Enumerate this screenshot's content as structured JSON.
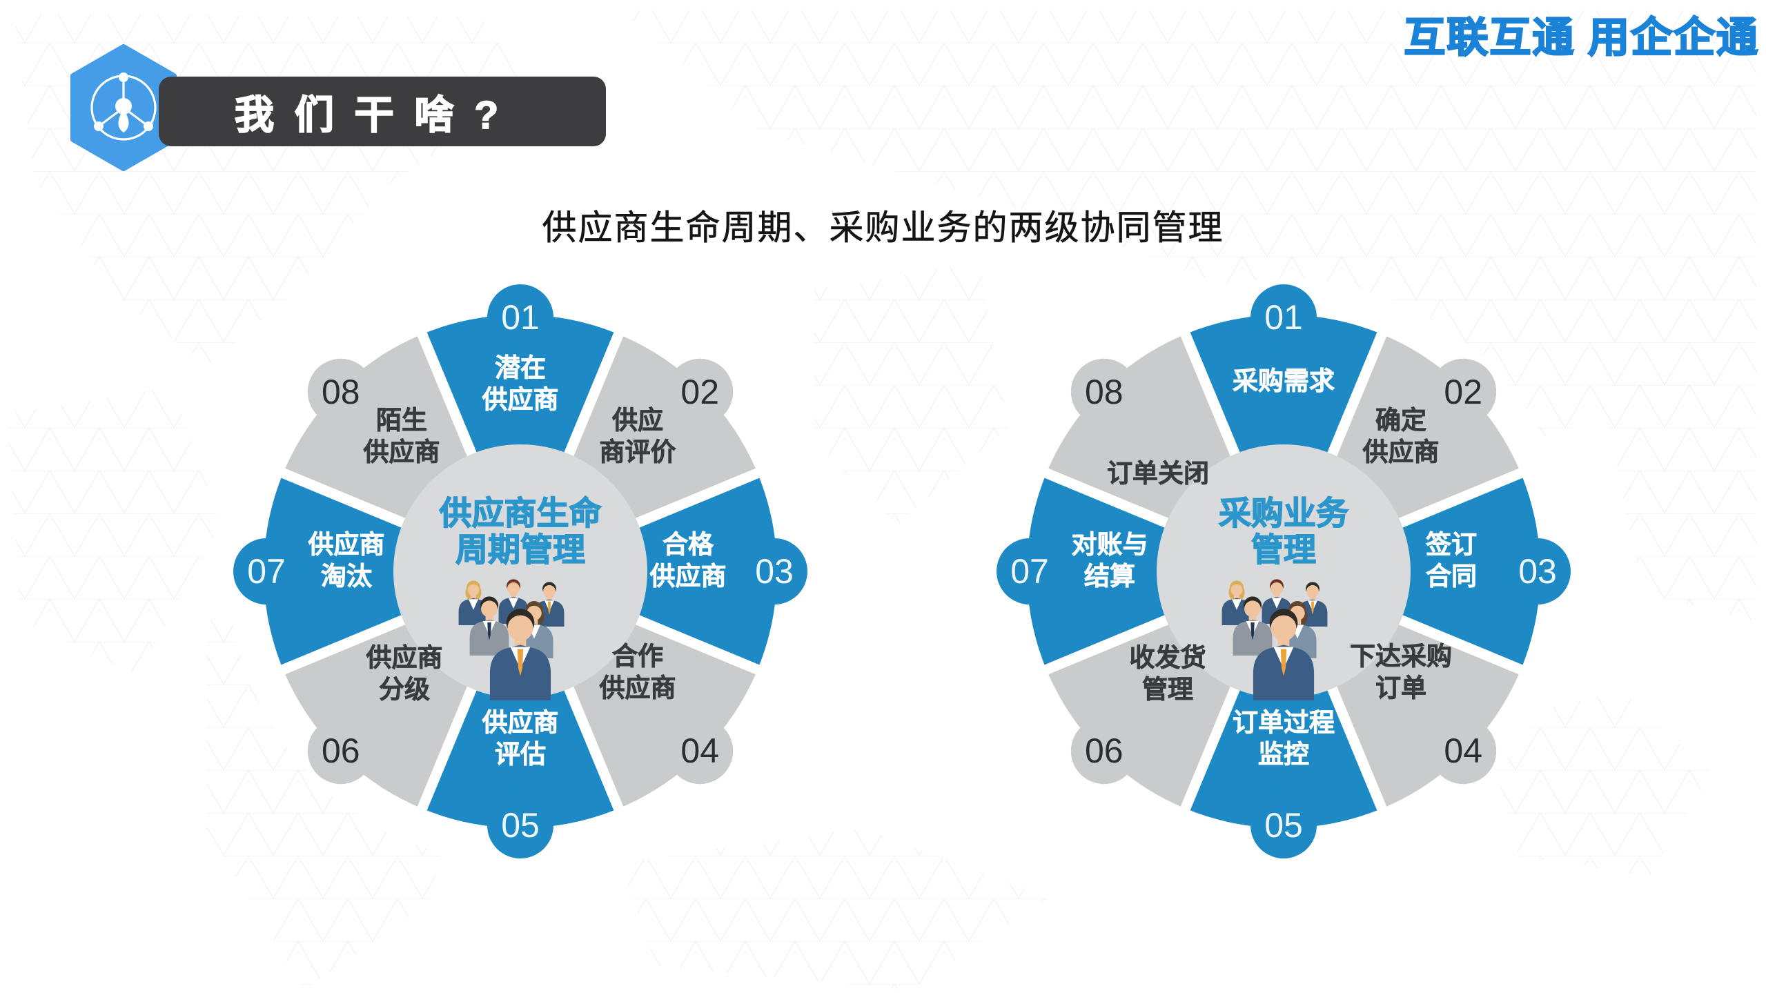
{
  "brand": {
    "text": "互联互通 用企企通",
    "color": "#1a83d8"
  },
  "header": {
    "title": "我 们 干 啥 ?"
  },
  "subtitle": "供应商生命周期、采购业务的两级协同管理",
  "diagram": {
    "wheels": [
      {
        "name": "supplier-lifecycle-wheel",
        "center_lines": [
          "供应商生命",
          "周期管理"
        ],
        "segments": [
          {
            "num": "01",
            "lines": [
              "潜在",
              "供应商"
            ]
          },
          {
            "num": "02",
            "lines": [
              "供应",
              "商评价"
            ]
          },
          {
            "num": "03",
            "lines": [
              "合格",
              "供应商"
            ]
          },
          {
            "num": "04",
            "lines": [
              "合作",
              "供应商"
            ]
          },
          {
            "num": "05",
            "lines": [
              "供应商",
              "评估"
            ]
          },
          {
            "num": "06",
            "lines": [
              "供应商",
              "分级"
            ]
          },
          {
            "num": "07",
            "lines": [
              "供应商",
              "淘汰"
            ]
          },
          {
            "num": "08",
            "lines": [
              "陌生",
              "供应商"
            ]
          }
        ]
      },
      {
        "name": "procurement-business-wheel",
        "center_lines": [
          "采购业务",
          "管理"
        ],
        "segments": [
          {
            "num": "01",
            "lines": [
              "采购需求"
            ]
          },
          {
            "num": "02",
            "lines": [
              "确定",
              "供应商"
            ]
          },
          {
            "num": "03",
            "lines": [
              "签订",
              "合同"
            ]
          },
          {
            "num": "04",
            "lines": [
              "下达采购",
              "订单"
            ]
          },
          {
            "num": "05",
            "lines": [
              "订单过程",
              "监控"
            ]
          },
          {
            "num": "06",
            "lines": [
              "收发货",
              "管理"
            ]
          },
          {
            "num": "07",
            "lines": [
              "对账与",
              "结算"
            ]
          },
          {
            "num": "08",
            "lines": [
              "订单关闭"
            ]
          }
        ]
      }
    ],
    "colors": {
      "segment_blue": "#1d8ac5",
      "segment_gray": "#c9cbcd",
      "center_circle": "#d9dadb",
      "center_title_blue": "#2b96cc",
      "number_dark": "#2b2c2e",
      "number_light": "#ffffff"
    }
  }
}
